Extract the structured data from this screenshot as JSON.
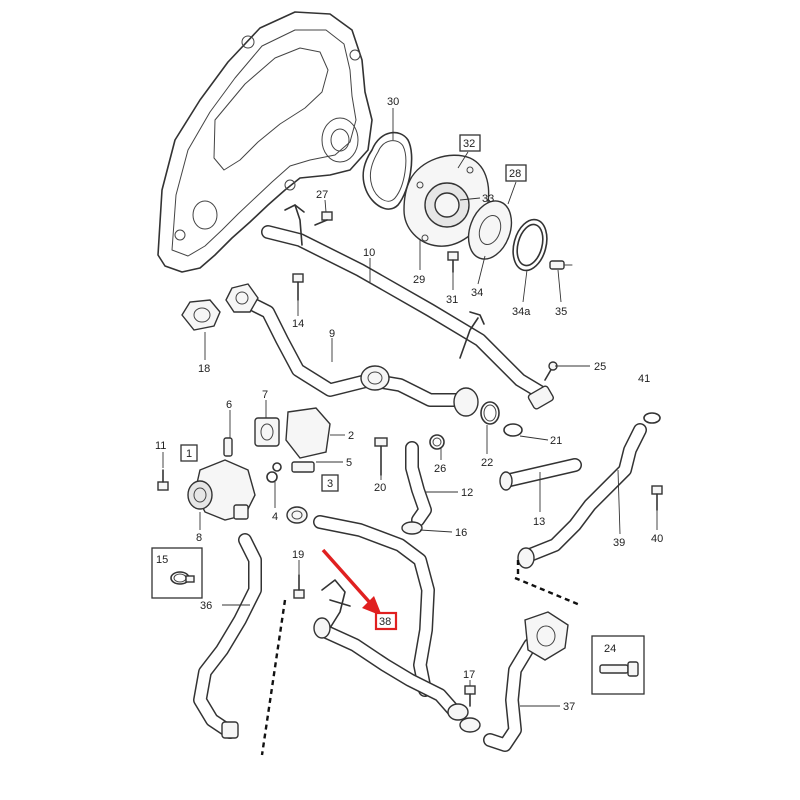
{
  "callouts": [
    {
      "id": "c30",
      "text": "30"
    },
    {
      "id": "c32",
      "text": "32"
    },
    {
      "id": "c28",
      "text": "28"
    },
    {
      "id": "c33",
      "text": "33"
    },
    {
      "id": "c27",
      "text": "27"
    },
    {
      "id": "c10",
      "text": "10"
    },
    {
      "id": "c29",
      "text": "29"
    },
    {
      "id": "c31",
      "text": "31"
    },
    {
      "id": "c34",
      "text": "34"
    },
    {
      "id": "c34a",
      "text": "34a"
    },
    {
      "id": "c35",
      "text": "35"
    },
    {
      "id": "c14",
      "text": "14"
    },
    {
      "id": "c18",
      "text": "18"
    },
    {
      "id": "c9",
      "text": "9"
    },
    {
      "id": "c25",
      "text": "25"
    },
    {
      "id": "c41",
      "text": "41"
    },
    {
      "id": "c7",
      "text": "7"
    },
    {
      "id": "c6",
      "text": "6"
    },
    {
      "id": "c2",
      "text": "2"
    },
    {
      "id": "c11",
      "text": "11"
    },
    {
      "id": "c1",
      "text": "1"
    },
    {
      "id": "c5",
      "text": "5"
    },
    {
      "id": "c26",
      "text": "26"
    },
    {
      "id": "c22",
      "text": "22"
    },
    {
      "id": "c21",
      "text": "21"
    },
    {
      "id": "c3",
      "text": "3"
    },
    {
      "id": "c20",
      "text": "20"
    },
    {
      "id": "c12",
      "text": "12"
    },
    {
      "id": "c4",
      "text": "4"
    },
    {
      "id": "c8",
      "text": "8"
    },
    {
      "id": "c13",
      "text": "13"
    },
    {
      "id": "c16",
      "text": "16"
    },
    {
      "id": "c39",
      "text": "39"
    },
    {
      "id": "c40",
      "text": "40"
    },
    {
      "id": "c15",
      "text": "15"
    },
    {
      "id": "c19",
      "text": "19"
    },
    {
      "id": "c36",
      "text": "36"
    },
    {
      "id": "c38",
      "text": "38"
    },
    {
      "id": "c24",
      "text": "24"
    },
    {
      "id": "c17",
      "text": "17"
    },
    {
      "id": "c37",
      "text": "37"
    }
  ],
  "highlight": {
    "label": "38",
    "color": "#e02020"
  }
}
